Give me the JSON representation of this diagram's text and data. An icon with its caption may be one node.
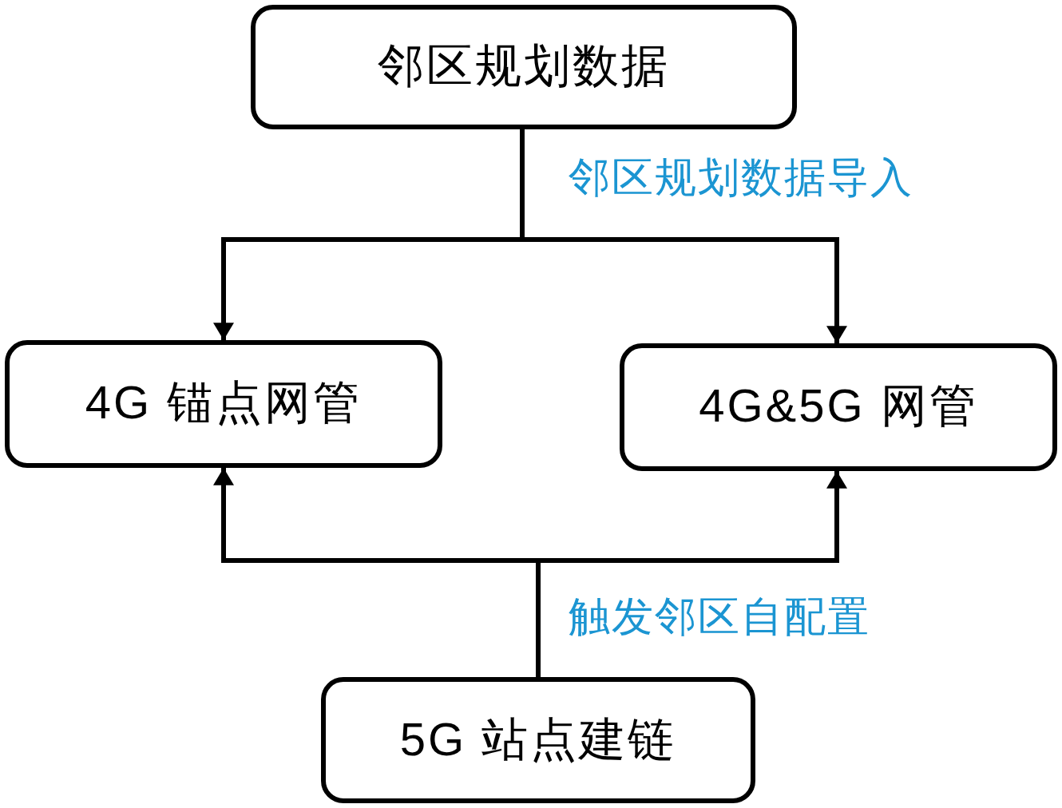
{
  "diagram": {
    "nodes": [
      {
        "text": [
          "邻区规划数据"
        ]
      },
      {
        "text": [
          "4G 锚点网管"
        ]
      },
      {
        "text": [
          "4G&5G 网管"
        ]
      },
      {
        "text": [
          "5G 站点建链"
        ]
      }
    ],
    "edges": [
      {
        "from": 0,
        "to": 1,
        "arrow": "to",
        "label": "邻区规划数据导入"
      },
      {
        "from": 0,
        "to": 2,
        "arrow": "to"
      },
      {
        "from": 3,
        "to": 1,
        "arrow": "to",
        "label": "触发邻区自配置"
      },
      {
        "from": 3,
        "to": 2,
        "arrow": "to"
      }
    ]
  }
}
